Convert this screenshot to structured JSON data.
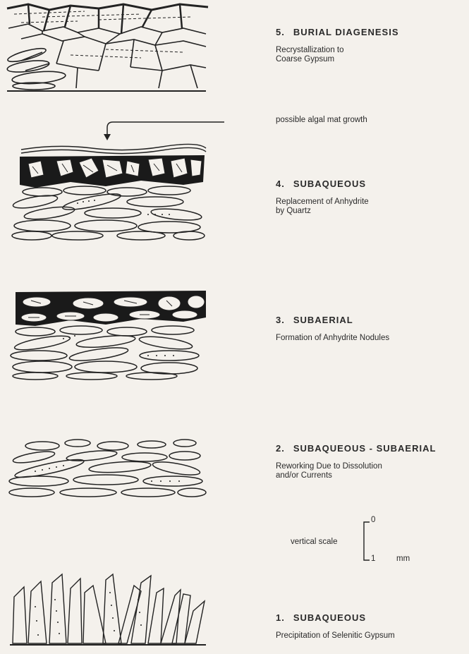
{
  "stages": [
    {
      "number": "5.",
      "title": "BURIAL DIAGENESIS",
      "description": "Recrystallization to\nCoarse Gypsum"
    },
    {
      "number": "4.",
      "title": "SUBAQUEOUS",
      "description": "Replacement of Anhydrite\nby Quartz"
    },
    {
      "number": "3.",
      "title": "SUBAERIAL",
      "description": "Formation of Anhydrite Nodules"
    },
    {
      "number": "2.",
      "title": "SUBAQUEOUS - SUBAERIAL",
      "description": "Reworking Due to Dissolution\nand/or Currents"
    },
    {
      "number": "1.",
      "title": "SUBAQUEOUS",
      "description": "Precipitation of Selenitic Gypsum"
    }
  ],
  "annotation": "possible algal mat growth",
  "scale": {
    "label": "vertical scale",
    "top": "0",
    "bottom": "1",
    "unit": "mm"
  }
}
